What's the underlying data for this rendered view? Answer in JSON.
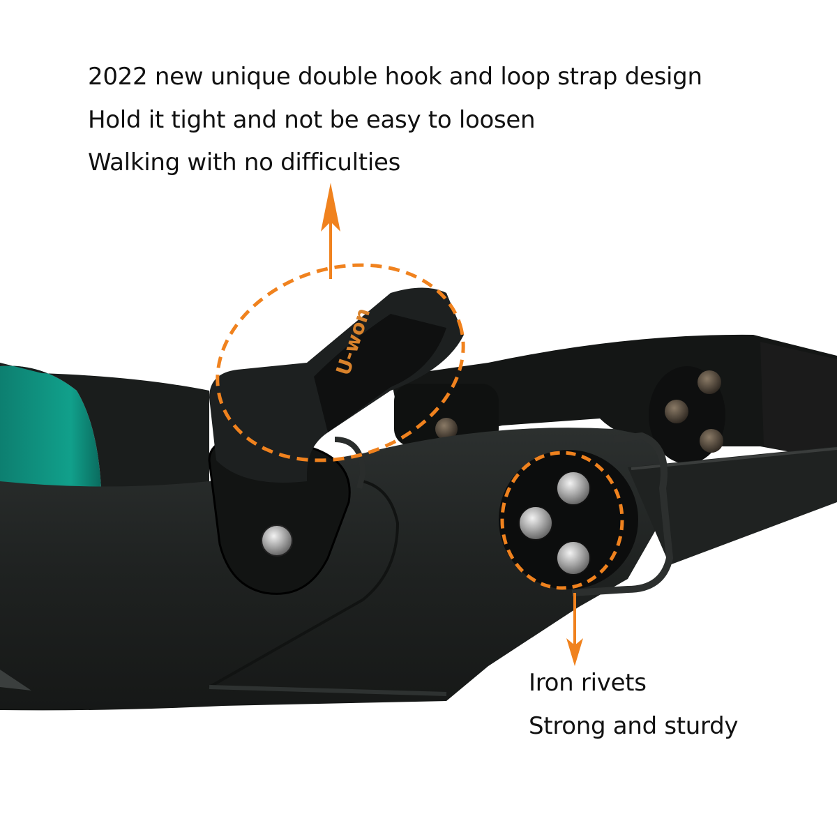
{
  "image": {
    "subject": "black diving fin with double hook and loop strap",
    "colors": {
      "background": "#ffffff",
      "fin_body": "#1e2120",
      "fin_dark": "#111312",
      "fin_highlight": "#3a3d3c",
      "inner_teal": "#0f9a86",
      "callout_orange": "#f0821e",
      "rivet_silver": "#c9c9c9",
      "text": "#111111"
    },
    "strap_brand_text": "U-won"
  },
  "callouts": {
    "top": {
      "lines": [
        "2022 new unique double hook and loop strap design",
        "Hold it tight and not be easy to loosen",
        "Walking with no difficulties"
      ],
      "arrow_direction": "up",
      "target": "strap loop"
    },
    "bottom": {
      "lines": [
        "Iron rivets",
        "Strong and sturdy"
      ],
      "arrow_direction": "down",
      "target": "rivets"
    }
  }
}
